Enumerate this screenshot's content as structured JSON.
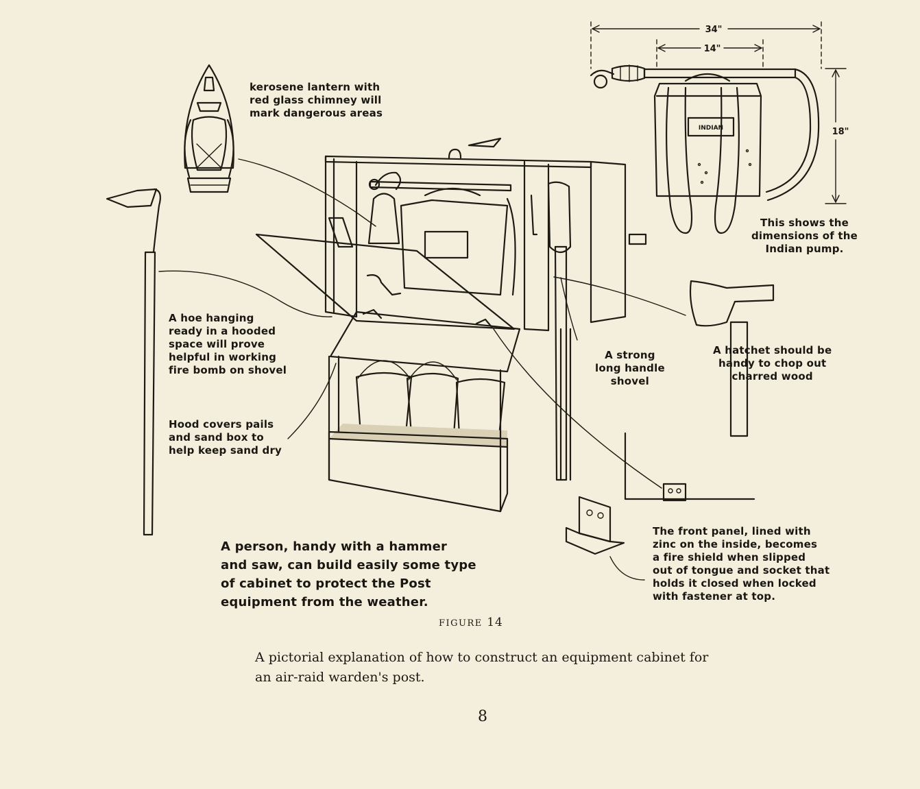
{
  "labels": {
    "lantern": "kerosene lantern with\nred glass chimney will\nmark dangerous areas",
    "pump": "This shows the\ndimensions of the\nIndian pump.",
    "hoe": "A hoe hanging\nready in a hooded\nspace will prove\nhelpful in working\nfire bomb on shovel",
    "shovel": "A strong\nlong handle\nshovel",
    "hatchet": "A hatchet should be\nhandy to chop out\ncharred wood",
    "hood": "Hood covers pails\nand sand box to\nhelp keep sand dry",
    "front_panel": "The front panel, lined with\nzinc on the inside, becomes\na fire shield when slipped\nout of tongue and socket that\nholds it closed when locked\nwith fastener at top.",
    "person": "A person, handy with a hammer\nand saw, can build easily some type\nof cabinet to protect the Post\nequipment from the weather."
  },
  "dimensions": {
    "overall_width": "34\"",
    "tank_width": "14\"",
    "height": "18\""
  },
  "pump_tank_label": "INDIAN",
  "figure": {
    "prefix": "FIGURE",
    "number": "14"
  },
  "caption": "A pictorial explanation of how to construct an equipment cabinet for an air-raid warden's post.",
  "page_number": "8",
  "colors": {
    "paper": "#f4efdc",
    "ink": "#1e1a14"
  }
}
